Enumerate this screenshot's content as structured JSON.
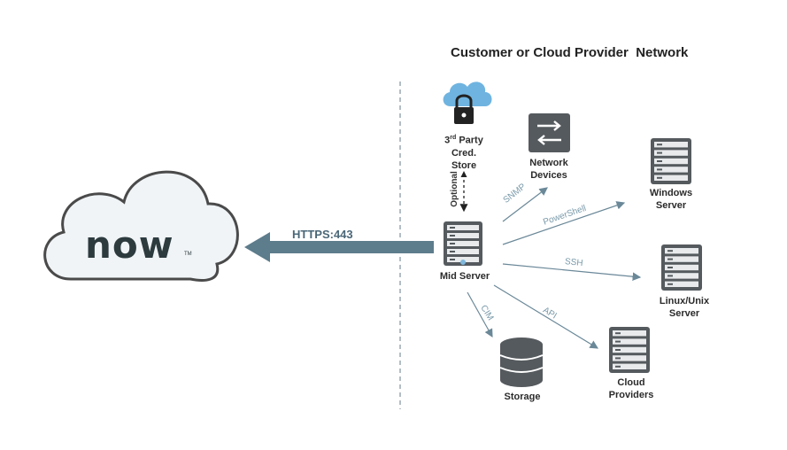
{
  "header": {
    "title": "Customer or Cloud Provider  Network"
  },
  "logo": {
    "text": "now"
  },
  "connection": {
    "label": "HTTPS:443"
  },
  "nodes": {
    "cred_store": {
      "sup": "rd",
      "line1_prefix": "3",
      "line1_rest": " Party",
      "line2": "Cred.",
      "line3": "Store"
    },
    "optional_label": "Optional",
    "network_devices": {
      "line1": "Network",
      "line2": "Devices"
    },
    "windows_server": {
      "line1": "Windows",
      "line2": "Server"
    },
    "mid_server": {
      "label": "Mid Server"
    },
    "linux_server": {
      "line1": "Linux/Unix",
      "line2": "Server"
    },
    "storage": {
      "label": "Storage"
    },
    "cloud_providers": {
      "line1": "Cloud",
      "line2": "Providers"
    }
  },
  "protocols": {
    "snmp": "SNMP",
    "powershell": "PowerShell",
    "ssh": "SSH",
    "cim": "CIM",
    "api": "API"
  },
  "colors": {
    "arrow": "#5d7c8c",
    "cloud_stroke": "#4a4a4a",
    "cloud_fill": "#eef4f8",
    "server_dark": "#555a5e",
    "logo_green": "#7ed321",
    "logo_text": "#2d3b3f"
  }
}
